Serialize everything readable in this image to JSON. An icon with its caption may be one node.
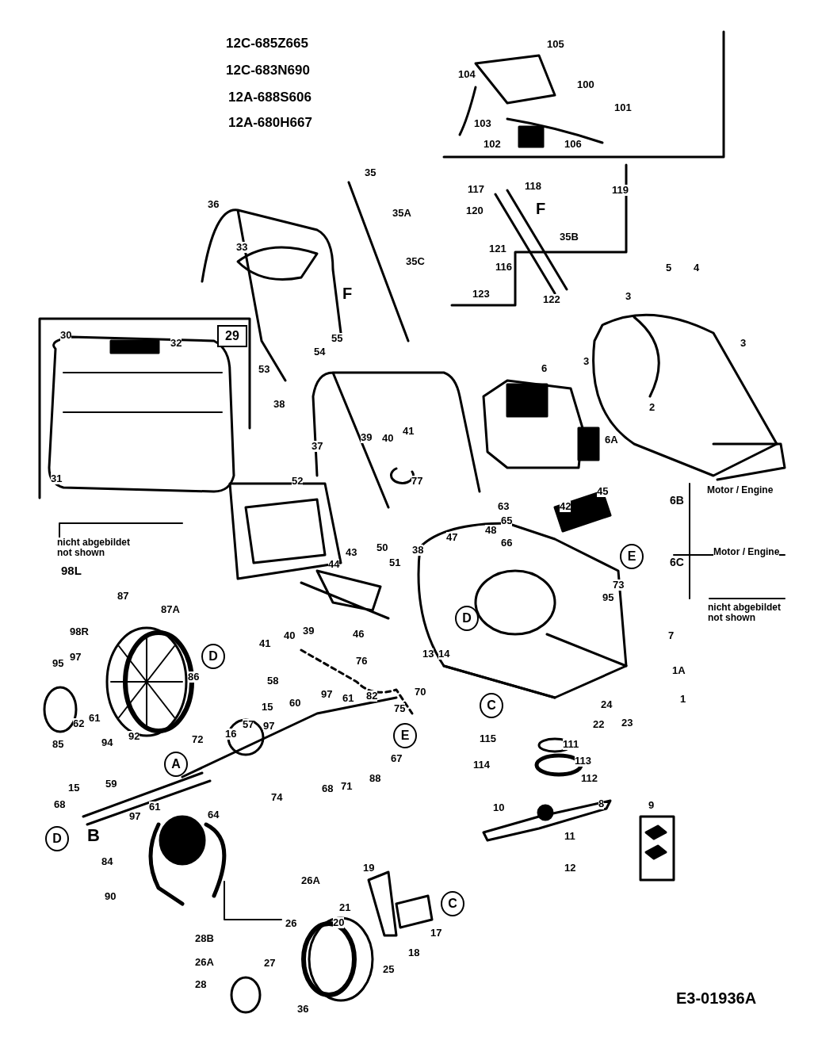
{
  "diagram": {
    "nodes": [
      {
        "text": [
          "29"
        ]
      },
      {
        "text": [
          "E"
        ]
      },
      {
        "text": [
          "E"
        ]
      },
      {
        "text": [
          "D"
        ]
      },
      {
        "text": [
          "D"
        ]
      },
      {
        "text": [
          "C"
        ]
      },
      {
        "text": [
          "A"
        ]
      },
      {
        "text": [
          "D"
        ]
      },
      {
        "text": [
          "C"
        ]
      }
    ],
    "labels": [
      "12C-685Z665",
      "12C-683N690",
      "12A-688S606",
      "12A-680H667",
      "105",
      "104",
      "100",
      "101",
      "103",
      "102",
      "106",
      "35",
      "35A",
      "117",
      "118",
      "119",
      "F",
      "120",
      "35B",
      "121",
      "35C",
      "116",
      "123",
      "122",
      "36",
      "33",
      "F",
      "5",
      "4",
      "3",
      "3",
      "3",
      "2",
      "30",
      "32",
      "55",
      "54",
      "53",
      "38",
      "6",
      "39",
      "40",
      "41",
      "37",
      "6A",
      "31",
      "77",
      "6B",
      "Motor / Engine",
      "6C",
      "Motor / Engine",
      "nicht abgebildet not shown",
      "52",
      "63",
      "42",
      "45",
      "65",
      "48",
      "66",
      "47",
      "50",
      "43",
      "51",
      "38",
      "44",
      "73",
      "95",
      "nicht abgebildet not shown",
      "98L",
      "87",
      "87A",
      "98R",
      "41",
      "40",
      "39",
      "46",
      "13",
      "14",
      "7",
      "1A",
      "86",
      "95",
      "97",
      "76",
      "1",
      "58",
      "15",
      "60",
      "97",
      "61",
      "82",
      "70",
      "75",
      "57",
      "97",
      "16",
      "62",
      "61",
      "85",
      "94",
      "92",
      "72",
      "67",
      "22",
      "24",
      "23",
      "115",
      "111",
      "114",
      "113",
      "68",
      "71",
      "88",
      "112",
      "15",
      "59",
      "68",
      "97",
      "61",
      "64",
      "74",
      "B",
      "10",
      "8",
      "9",
      "11",
      "84",
      "12",
      "90",
      "19",
      "26A",
      "26",
      "21",
      "20",
      "17",
      "28B",
      "18",
      "26A",
      "25",
      "27",
      "28",
      "36",
      "E3-01936A"
    ]
  }
}
